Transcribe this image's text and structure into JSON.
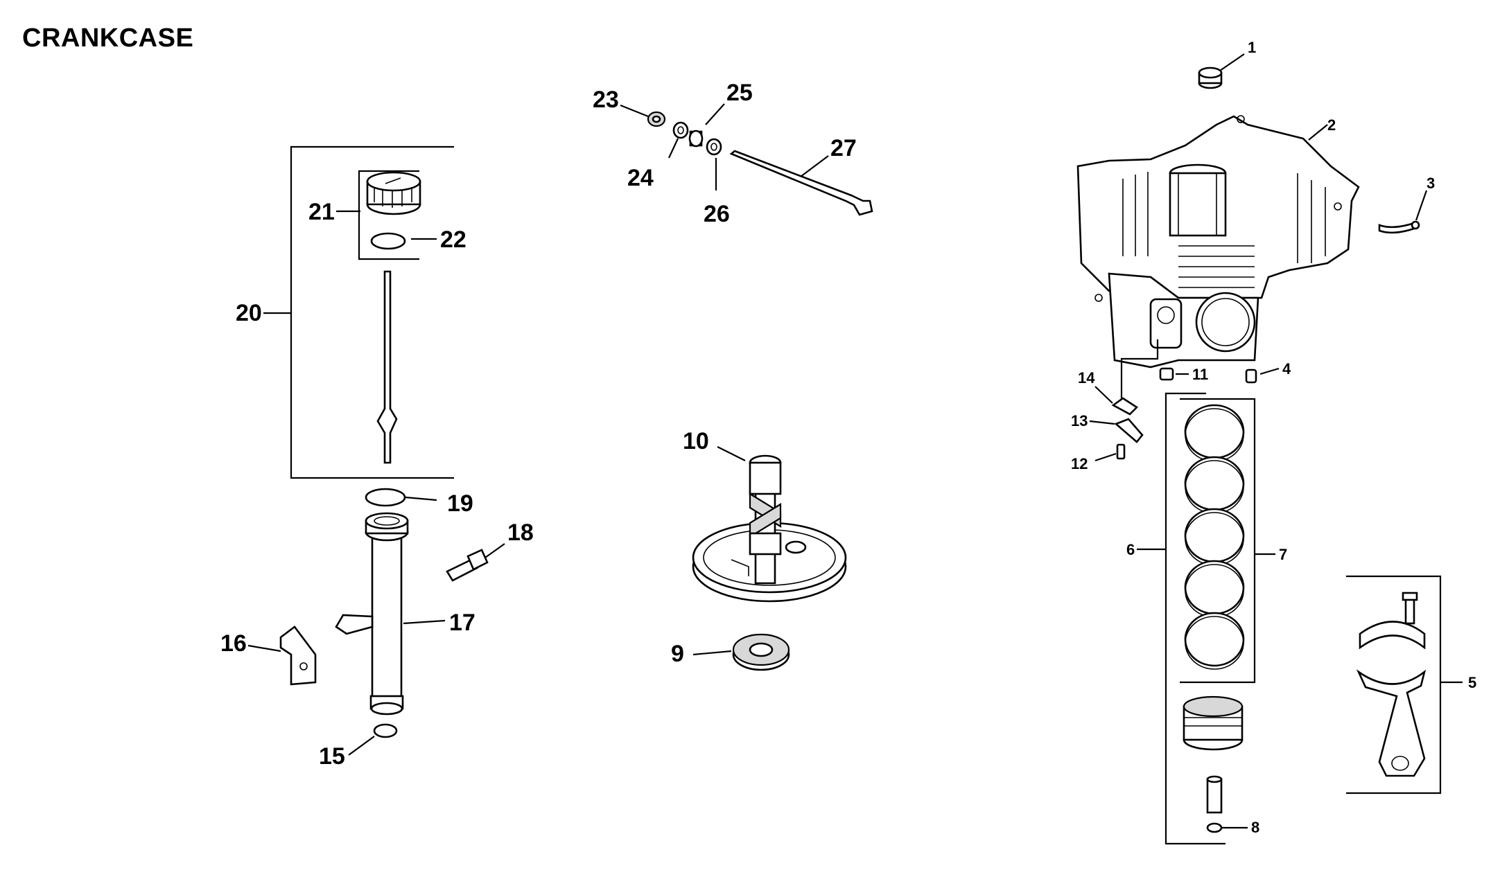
{
  "title": "CRANKCASE",
  "callouts": [
    "1",
    "2",
    "3",
    "4",
    "5",
    "6",
    "7",
    "8",
    "9",
    "10",
    "11",
    "12",
    "13",
    "14",
    "15",
    "16",
    "17",
    "18",
    "19",
    "20",
    "21",
    "22",
    "23",
    "24",
    "25",
    "26",
    "27"
  ]
}
